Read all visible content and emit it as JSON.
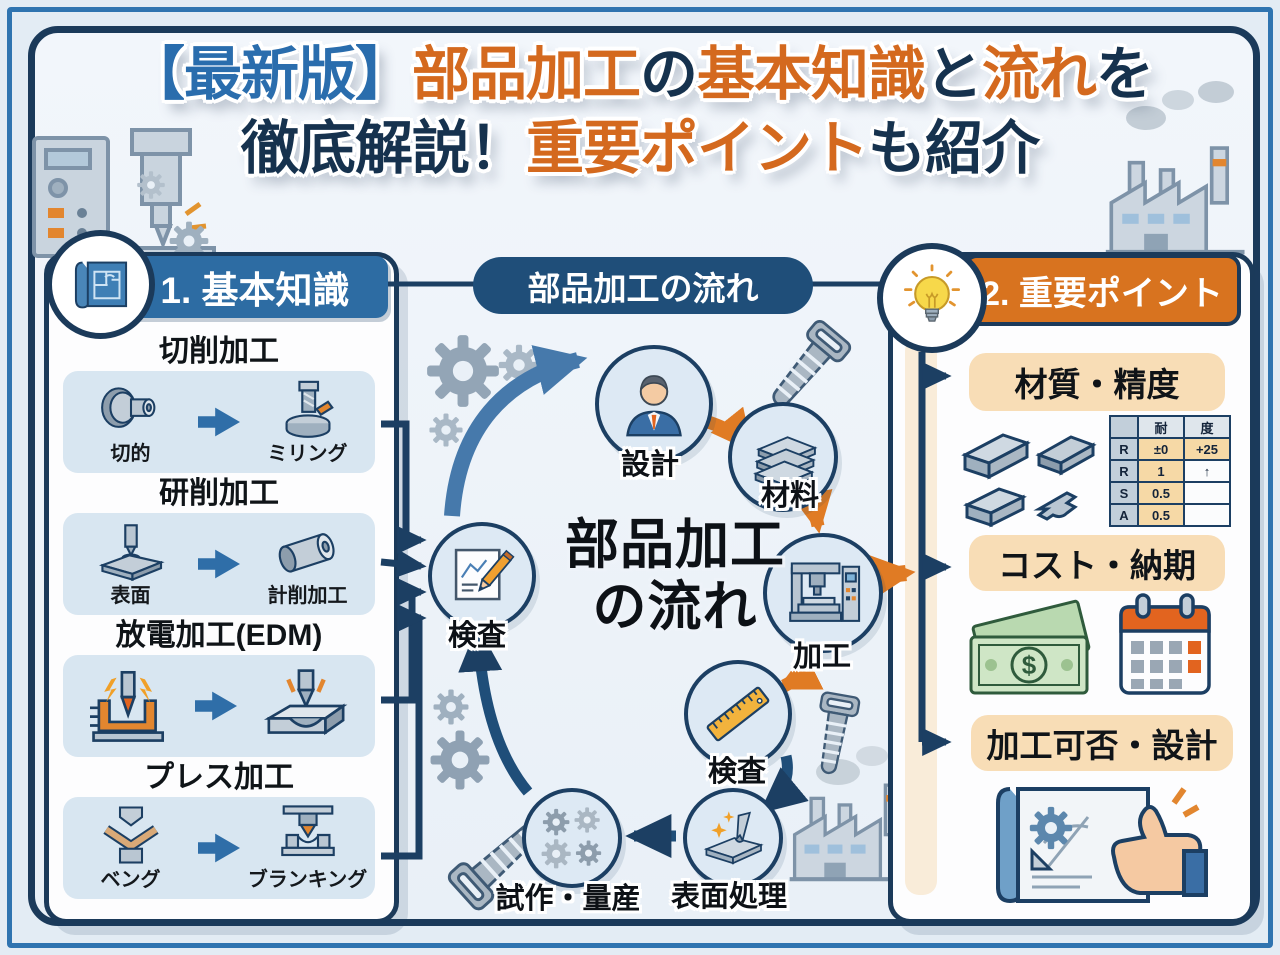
{
  "title": {
    "line1": [
      {
        "text": "【最新版】",
        "color": "blue"
      },
      {
        "text": "部品加工",
        "color": "orange"
      },
      {
        "text": "の",
        "color": "navy"
      },
      {
        "text": "基本知識",
        "color": "orange"
      },
      {
        "text": "と",
        "color": "navy"
      },
      {
        "text": "流れ",
        "color": "orange"
      },
      {
        "text": "を",
        "color": "navy"
      }
    ],
    "line2": [
      {
        "text": "徹底解説！",
        "color": "navy"
      },
      {
        "text": "重要ポイント",
        "color": "orange"
      },
      {
        "text": "も紹介",
        "color": "navy"
      }
    ]
  },
  "left_panel": {
    "header": "1. 基本知識",
    "items": [
      {
        "title": "切削加工",
        "from_label": "切的",
        "to_label": "ミリング"
      },
      {
        "title": "研削加工",
        "from_label": "表面",
        "to_label": "計削加工"
      },
      {
        "title": "放電加工(EDM)",
        "from_label": "",
        "to_label": ""
      },
      {
        "title": "プレス加工",
        "from_label": "ベング",
        "to_label": "ブランキング"
      }
    ]
  },
  "flow": {
    "banner": "部品加工の流れ",
    "center_title_line1": "部品加工",
    "center_title_line2": "の流れ",
    "nodes": [
      {
        "label": "設計",
        "icon": "designer-person-icon"
      },
      {
        "label": "材料",
        "icon": "material-sheets-icon"
      },
      {
        "label": "加工",
        "icon": "cnc-machine-icon"
      },
      {
        "label": "検査",
        "icon": "ruler-icon"
      },
      {
        "label": "表面処理",
        "icon": "surface-polish-icon"
      },
      {
        "label": "試作・量産",
        "icon": "gears-icon"
      },
      {
        "label": "検査",
        "icon": "drawing-check-icon"
      }
    ]
  },
  "right_panel": {
    "header": "2. 重要ポイント",
    "points": [
      {
        "title": "材質・精度"
      },
      {
        "title": "コスト・納期"
      },
      {
        "title": "加工可否・設計"
      }
    ],
    "precision_table": {
      "headers": [
        "",
        "耐",
        "度"
      ],
      "rows": [
        [
          "R",
          "±0",
          "+25"
        ],
        [
          "R",
          "1",
          "↑"
        ],
        [
          "S",
          "0.5",
          ""
        ],
        [
          "A",
          "0.5",
          ""
        ]
      ]
    }
  },
  "icons": {
    "left_badge": "blueprint-icon",
    "right_badge": "lightbulb-icon",
    "decorations": [
      "gear-icon",
      "screw-icon",
      "factory-icon",
      "milling-machine-icon",
      "money-icon",
      "calendar-icon",
      "thumbs-up-blueprint-icon",
      "metal-profiles-icon"
    ]
  },
  "colors": {
    "navy": "#1c3f63",
    "blue_header": "#2d6ca3",
    "orange_header": "#d8731f",
    "title_orange": "#d4691e",
    "title_navy": "#16324e",
    "title_blue": "#2a6dad",
    "peach_pill": "#f8ddb6",
    "light_blue_box": "#d8e6f1",
    "arrow_orange": "#e07b24",
    "arrow_blue": "#4679ab"
  }
}
